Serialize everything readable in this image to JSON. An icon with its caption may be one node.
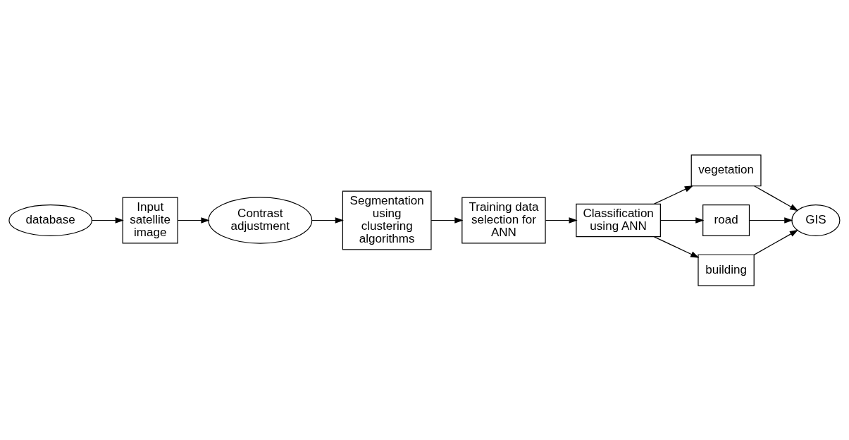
{
  "diagram": {
    "nodes": [
      {
        "text": [
          "database"
        ]
      },
      {
        "text": [
          "Input satellite image"
        ]
      },
      {
        "text": [
          "Contrast adjustment"
        ]
      },
      {
        "text": [
          "Segmentation using clustering algorithms"
        ]
      },
      {
        "text": [
          "Training data selection for ANN"
        ]
      },
      {
        "text": [
          "Classification using ANN"
        ]
      },
      {
        "text": [
          "vegetation"
        ]
      },
      {
        "text": [
          "road"
        ]
      },
      {
        "text": [
          "building"
        ]
      },
      {
        "text": [
          "GIS"
        ]
      }
    ],
    "edges": [
      {
        "from": 0,
        "to": 1,
        "arrow": "to"
      },
      {
        "from": 1,
        "to": 2,
        "arrow": "to"
      },
      {
        "from": 2,
        "to": 3,
        "arrow": "to"
      },
      {
        "from": 3,
        "to": 4,
        "arrow": "to"
      },
      {
        "from": 4,
        "to": 5,
        "arrow": "to"
      },
      {
        "from": 5,
        "to": 6,
        "arrow": "to"
      },
      {
        "from": 5,
        "to": 7,
        "arrow": "to"
      },
      {
        "from": 5,
        "to": 8,
        "arrow": "to"
      },
      {
        "from": 6,
        "to": 9,
        "arrow": "to"
      },
      {
        "from": 7,
        "to": 9,
        "arrow": "to"
      },
      {
        "from": 8,
        "to": 9,
        "arrow": "to"
      }
    ]
  }
}
